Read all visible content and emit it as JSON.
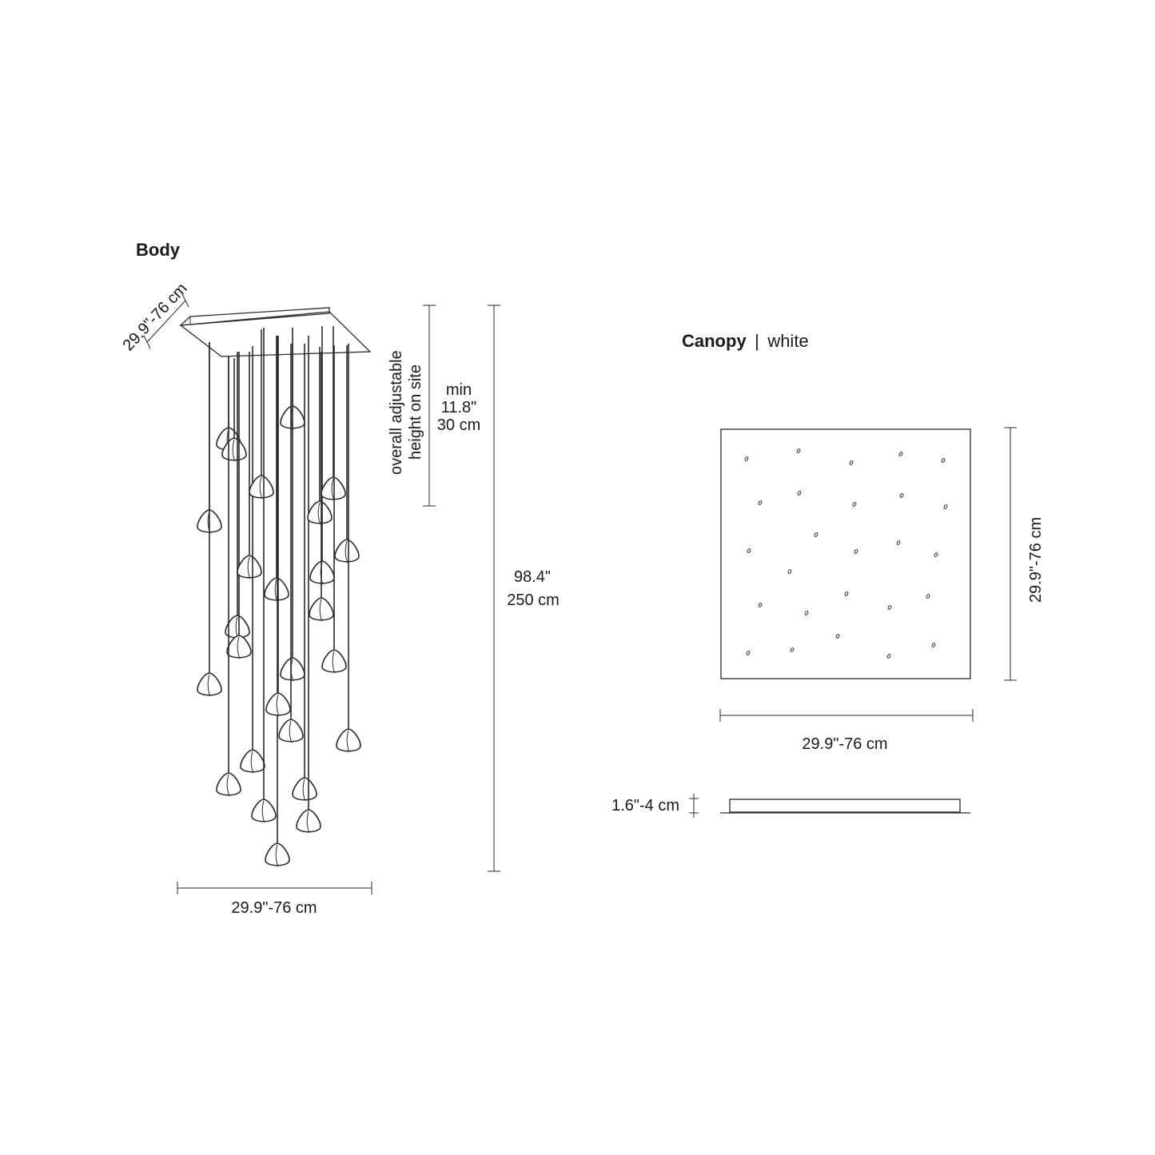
{
  "body": {
    "title": "Body",
    "depth_label": "29.9\"-76 cm",
    "width_label": "29.9\"-76 cm",
    "adjustable_line1": "overall adjustable",
    "adjustable_line2": "height on site",
    "min_label": "min",
    "min_in": "11.8\"",
    "min_cm": "30 cm",
    "overall_in": "98.4\"",
    "overall_cm": "250 cm"
  },
  "canopy": {
    "title": "Canopy",
    "separator": "|",
    "finish": "white",
    "width_label": "29.9\"-76 cm",
    "depth_label": "29.9\"-76 cm",
    "thickness_label": "1.6\"-4 cm"
  }
}
